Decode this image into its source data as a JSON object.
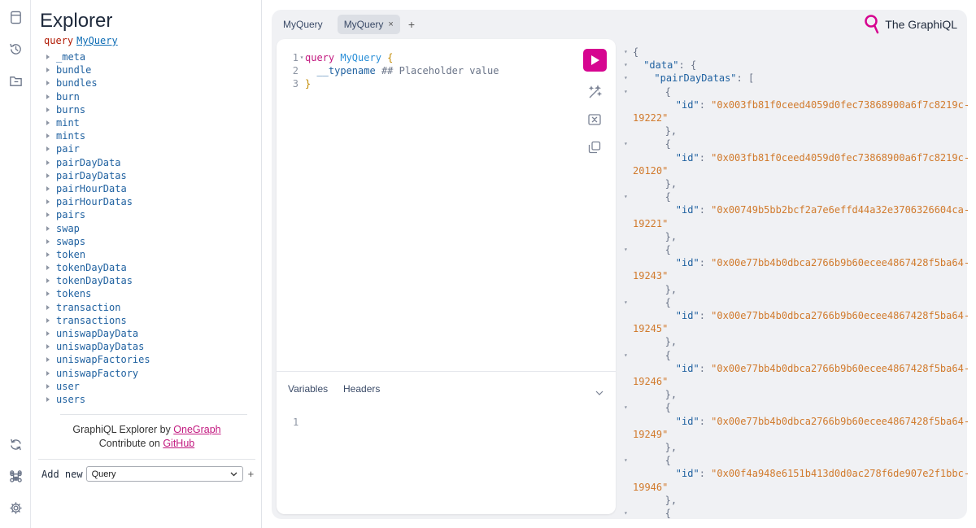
{
  "explorer": {
    "title": "Explorer",
    "op_keyword": "query",
    "op_name": "MyQuery",
    "fields": [
      "_meta",
      "bundle",
      "bundles",
      "burn",
      "burns",
      "mint",
      "mints",
      "pair",
      "pairDayData",
      "pairDayDatas",
      "pairHourData",
      "pairHourDatas",
      "pairs",
      "swap",
      "swaps",
      "token",
      "tokenDayData",
      "tokenDayDatas",
      "tokens",
      "transaction",
      "transactions",
      "uniswapDayData",
      "uniswapDayDatas",
      "uniswapFactories",
      "uniswapFactory",
      "user",
      "users"
    ],
    "credits_line1_prefix": "GraphiQL Explorer by ",
    "credits_line1_link": "OneGraph",
    "credits_line2_prefix": "Contribute on ",
    "credits_line2_link": "GitHub",
    "add_new_label": "Add new",
    "add_new_selected": "Query",
    "add_new_plus": "+"
  },
  "tabs": [
    {
      "label": "MyQuery"
    },
    {
      "label": "MyQuery",
      "close": "×"
    }
  ],
  "tab_add": "+",
  "logo_text": "The GraphiQL",
  "editor": {
    "lines": [
      {
        "num": "1",
        "keyword": "query",
        "name": "MyQuery",
        "brace": "{"
      },
      {
        "num": "2",
        "field": "__typename",
        "comment": "## Placeholder value"
      },
      {
        "num": "3",
        "brace": "}"
      }
    ]
  },
  "variables": {
    "tab_variables": "Variables",
    "tab_headers": "Headers",
    "line_num": "1"
  },
  "results": {
    "open_brace": "{",
    "data_key": "\"data\"",
    "pair_key": "\"pairDayDatas\"",
    "id_key": "\"id\"",
    "items": [
      {
        "id_part1": "\"0x003fb81f0ceed4059d0fec73868900a6f7c8219c-",
        "id_part2": "19222\""
      },
      {
        "id_part1": "\"0x003fb81f0ceed4059d0fec73868900a6f7c8219c-",
        "id_part2": "20120\""
      },
      {
        "id_part1": "\"0x00749b5bb2bcf2a7e6effd44a32e3706326604ca-",
        "id_part2": "19221\""
      },
      {
        "id_part1": "\"0x00e77bb4b0dbca2766b9b60ecee4867428f5ba64-",
        "id_part2": "19243\""
      },
      {
        "id_part1": "\"0x00e77bb4b0dbca2766b9b60ecee4867428f5ba64-",
        "id_part2": "19245\""
      },
      {
        "id_part1": "\"0x00e77bb4b0dbca2766b9b60ecee4867428f5ba64-",
        "id_part2": "19246\""
      },
      {
        "id_part1": "\"0x00e77bb4b0dbca2766b9b60ecee4867428f5ba64-",
        "id_part2": "19249\""
      },
      {
        "id_part1": "\"0x00f4a948e6151b413d0d0ac278f6de907e2f1bbc-",
        "id_part2": "19946\""
      }
    ]
  },
  "colors": {
    "accent": "#d60590",
    "link": "#c2187f"
  },
  "icons": {
    "rail": [
      "docs-icon",
      "history-icon",
      "explorer-icon",
      "refetch-icon",
      "shortcuts-icon",
      "settings-icon"
    ],
    "tools": [
      "prettify-icon",
      "merge-icon",
      "copy-icon"
    ]
  }
}
